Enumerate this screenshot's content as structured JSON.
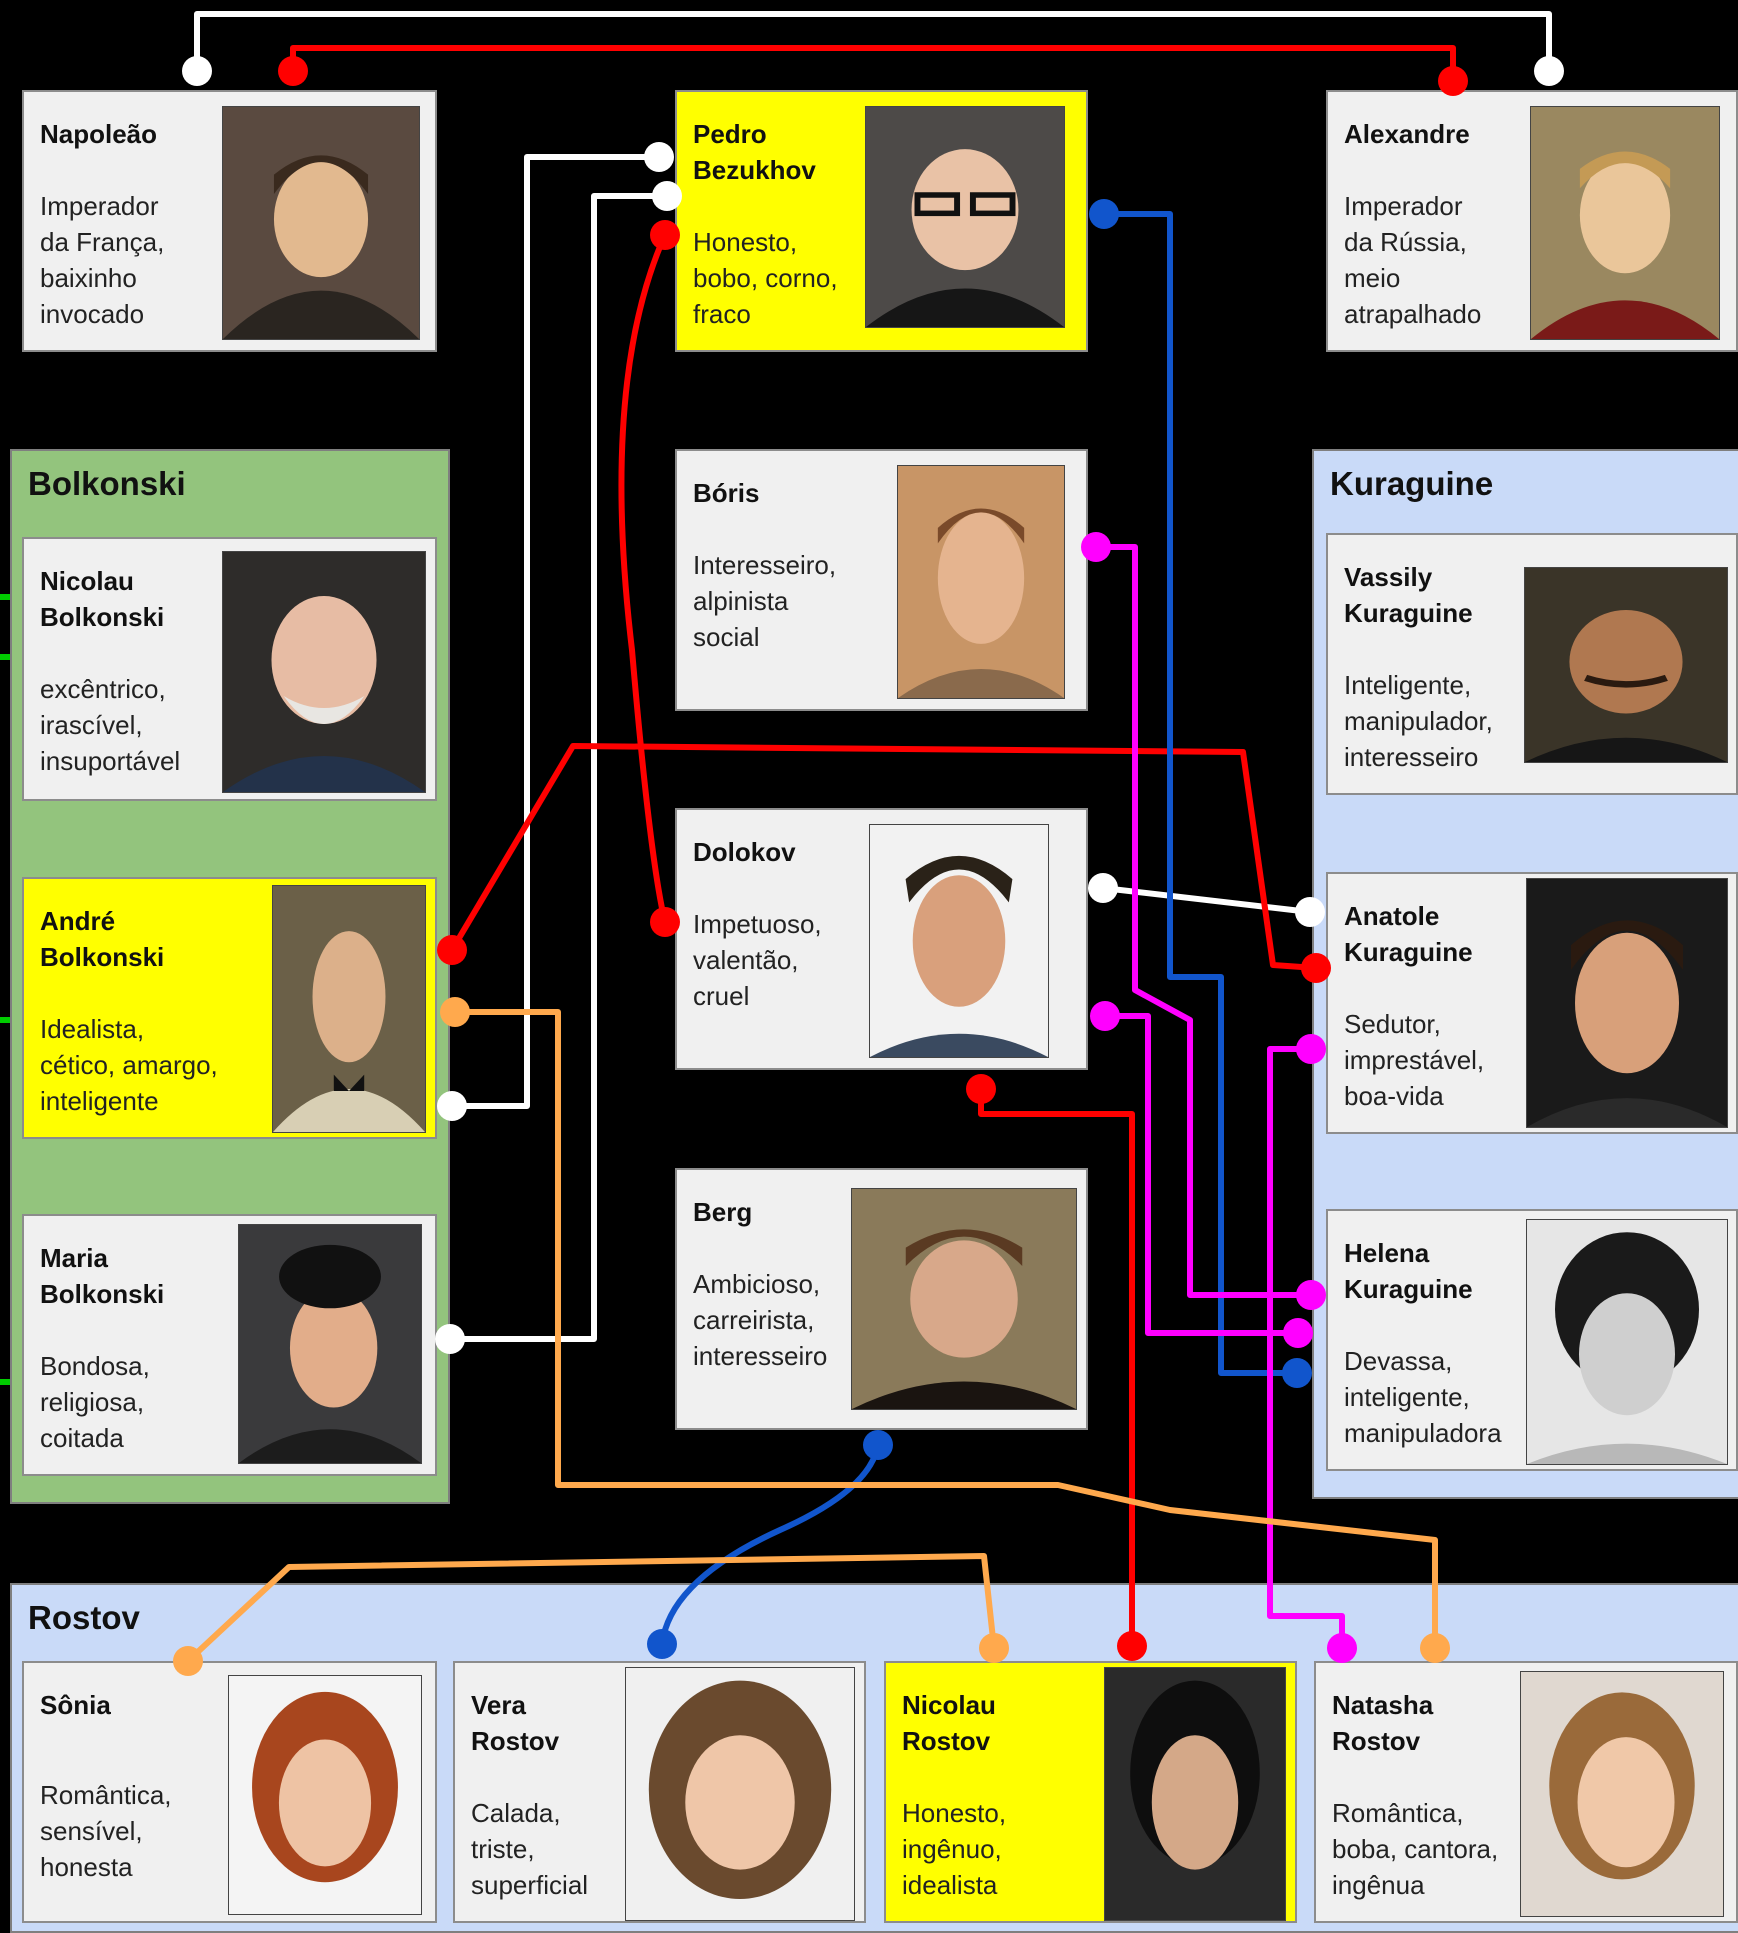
{
  "colors": {
    "green_group": "#93c47d",
    "blue_group": "#c9daf8",
    "highlight": "#ffff00",
    "card": "#f0f0f0",
    "red": "#ff0000",
    "white": "#ffffff",
    "blue": "#1155cc",
    "orange": "#ffa94d",
    "magenta": "#ff00ff",
    "green": "#00cc00"
  },
  "groups": {
    "bolkonski": "Bolkonski",
    "kuraguine": "Kuraguine",
    "rostov": "Rostov"
  },
  "characters": {
    "napoleao": {
      "name": "Napoleão",
      "desc": "Imperador\nda França,\nbaixinho\ninvocado",
      "icon": "portrait-icon"
    },
    "pedro": {
      "name": "Pedro\nBezukhov",
      "desc": "Honesto,\nbobo, corno,\nfraco",
      "icon": "portrait-icon"
    },
    "alexandre": {
      "name": "Alexandre",
      "desc": "Imperador\nda Rússia,\nmeio\natrapalhado",
      "icon": "portrait-icon"
    },
    "nicolau_b": {
      "name": "Nicolau\nBolkonski",
      "desc": "excêntrico,\nirascível,\ninsuportável",
      "icon": "portrait-icon"
    },
    "andre": {
      "name": "André\nBolkonski",
      "desc": "Idealista,\ncético, amargo,\ninteligente",
      "icon": "portrait-icon"
    },
    "maria": {
      "name": "Maria\nBolkonski",
      "desc": "Bondosa,\nreligiosa,\ncoitada",
      "icon": "portrait-icon"
    },
    "boris": {
      "name": "Bóris",
      "desc": "Interesseiro,\nalpinista\nsocial",
      "icon": "portrait-icon"
    },
    "dolokov": {
      "name": "Dolokov",
      "desc": "Impetuoso,\nvalentão,\ncruel",
      "icon": "portrait-icon"
    },
    "berg": {
      "name": "Berg",
      "desc": "Ambicioso,\ncarreirista,\ninteresseiro",
      "icon": "portrait-icon"
    },
    "vassily": {
      "name": "Vassily\nKuraguine",
      "desc": "Inteligente,\nmanipulador,\ninteresseiro",
      "icon": "portrait-icon"
    },
    "anatole": {
      "name": "Anatole\nKuraguine",
      "desc": "Sedutor,\nimprestável,\nboa-vida",
      "icon": "portrait-icon"
    },
    "helena": {
      "name": "Helena\nKuraguine",
      "desc": "Devassa,\ninteligente,\nmanipuladora",
      "icon": "portrait-icon"
    },
    "sonia": {
      "name": "Sônia",
      "desc": "Romântica,\nsensível,\nhonesta",
      "icon": "portrait-icon"
    },
    "vera": {
      "name": "Vera\nRostov",
      "desc": "Calada,\ntriste,\nsuperficial",
      "icon": "portrait-icon"
    },
    "nicolau_r": {
      "name": "Nicolau\nRostov",
      "desc": "Honesto,\ningênuo,\nidealista",
      "icon": "portrait-icon"
    },
    "natasha": {
      "name": "Natasha\nRostov",
      "desc": "Romântica,\nboba, cantora,\ningênua",
      "icon": "portrait-icon"
    }
  },
  "relations": [
    {
      "from": "napoleao",
      "to": "alexandre",
      "color": "white"
    },
    {
      "from": "napoleao",
      "to": "alexandre",
      "color": "red"
    },
    {
      "from": "pedro",
      "to": "andre",
      "color": "white"
    },
    {
      "from": "pedro",
      "to": "maria",
      "color": "white"
    },
    {
      "from": "pedro",
      "to": "dolokov",
      "color": "red"
    },
    {
      "from": "pedro",
      "to": "helena",
      "color": "blue"
    },
    {
      "from": "boris",
      "to": "helena",
      "color": "magenta"
    },
    {
      "from": "andre",
      "to": "anatole",
      "color": "red"
    },
    {
      "from": "andre",
      "to": "natasha",
      "color": "orange"
    },
    {
      "from": "dolokov",
      "to": "anatole",
      "color": "white"
    },
    {
      "from": "dolokov",
      "to": "helena",
      "color": "magenta"
    },
    {
      "from": "dolokov",
      "to": "nicolau_r",
      "color": "red"
    },
    {
      "from": "anatole",
      "to": "natasha",
      "color": "magenta"
    },
    {
      "from": "berg",
      "to": "vera",
      "color": "blue"
    },
    {
      "from": "sonia",
      "to": "nicolau_r",
      "color": "orange"
    },
    {
      "from": "nicolau_b",
      "to": "outside",
      "color": "green"
    },
    {
      "from": "andre",
      "to": "outside",
      "color": "green"
    },
    {
      "from": "maria",
      "to": "outside",
      "color": "green"
    }
  ]
}
